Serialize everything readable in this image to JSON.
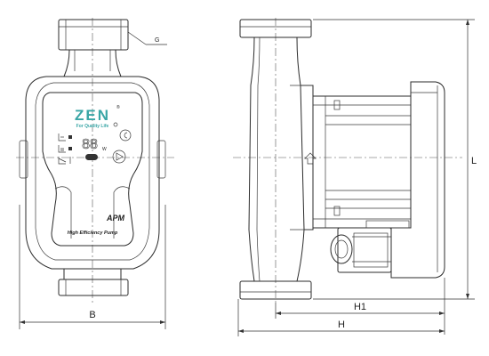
{
  "brand": {
    "logo": "ZEN",
    "registered": "®",
    "slogan": "For Quality Life",
    "model": "APM",
    "tagline": "High Efficiency Pump",
    "display_digits": "88",
    "display_unit": "W"
  },
  "labels": {
    "thread": "G",
    "width": "B",
    "length": "L",
    "height1": "H1",
    "height": "H"
  },
  "colors": {
    "line": "#2b2b2b",
    "logo_teal": "#3aa6a6",
    "centerline": "#555555"
  },
  "icons": [
    "radiator-heat-icon",
    "floor-heat-icon",
    "constant-curve-icon",
    "night-mode-icon",
    "play-icon",
    "control-knob-icon"
  ]
}
